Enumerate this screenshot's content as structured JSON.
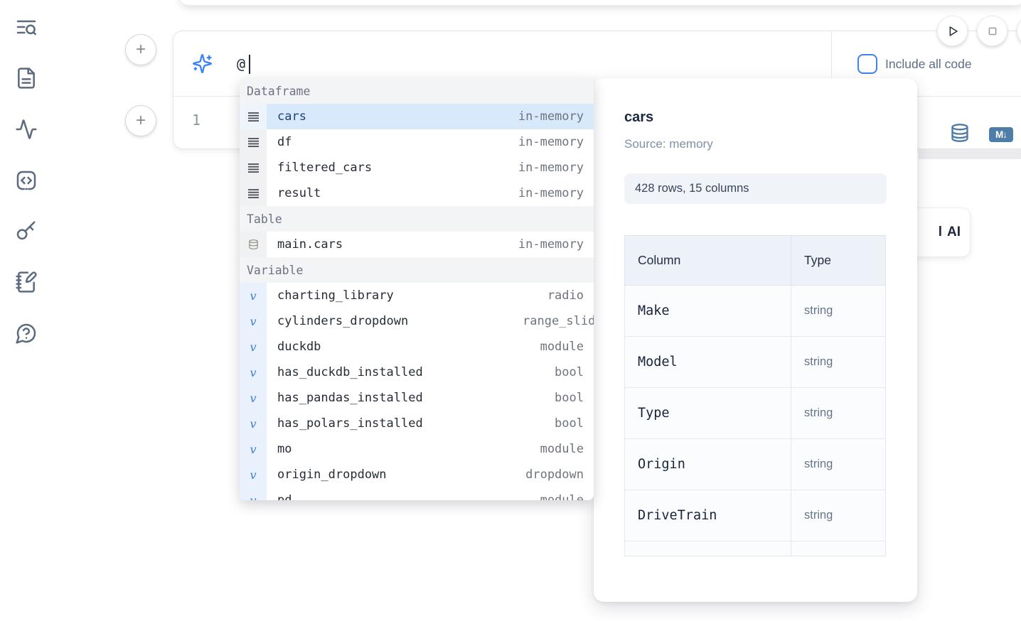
{
  "sidebar": {
    "icons": [
      {
        "name": "list-search-icon"
      },
      {
        "name": "file-document-icon"
      },
      {
        "name": "activity-icon"
      },
      {
        "name": "code-snippet-icon"
      },
      {
        "name": "key-icon"
      },
      {
        "name": "notebook-pen-icon"
      },
      {
        "name": "help-chat-icon"
      }
    ]
  },
  "add_buttons": {
    "top": "+",
    "bottom": "+"
  },
  "ai_prompt": {
    "value": "@"
  },
  "toolbar": {
    "include_all_code_label": "Include all code"
  },
  "code_cell": {
    "line_number": "1"
  },
  "cell_toolbar": {
    "markdown_badge": "M↓"
  },
  "ai_card": {
    "fragment": "l",
    "label": "AI"
  },
  "autocomplete": {
    "sections": [
      {
        "label": "Dataframe",
        "items": [
          {
            "icon": "dataframe",
            "name": "cars",
            "type": "in-memory",
            "selected": true
          },
          {
            "icon": "dataframe",
            "name": "df",
            "type": "in-memory"
          },
          {
            "icon": "dataframe",
            "name": "filtered_cars",
            "type": "in-memory"
          },
          {
            "icon": "dataframe",
            "name": "result",
            "type": "in-memory"
          }
        ]
      },
      {
        "label": "Table",
        "items": [
          {
            "icon": "table",
            "name": "main.cars",
            "type": "in-memory"
          }
        ]
      },
      {
        "label": "Variable",
        "items": [
          {
            "icon": "variable",
            "name": "charting_library",
            "type": "radio"
          },
          {
            "icon": "variable",
            "name": "cylinders_dropdown",
            "type": "range_slider",
            "type_clipped": true
          },
          {
            "icon": "variable",
            "name": "duckdb",
            "type": "module"
          },
          {
            "icon": "variable",
            "name": "has_duckdb_installed",
            "type": "bool"
          },
          {
            "icon": "variable",
            "name": "has_pandas_installed",
            "type": "bool"
          },
          {
            "icon": "variable",
            "name": "has_polars_installed",
            "type": "bool"
          },
          {
            "icon": "variable",
            "name": "mo",
            "type": "module"
          },
          {
            "icon": "variable",
            "name": "origin_dropdown",
            "type": "dropdown"
          },
          {
            "icon": "variable",
            "name": "pd",
            "type": "module"
          }
        ]
      }
    ]
  },
  "preview": {
    "title": "cars",
    "source": "Source: memory",
    "stats": "428 rows, 15 columns",
    "table": {
      "headers": [
        "Column",
        "Type"
      ],
      "rows": [
        [
          "Make",
          "string"
        ],
        [
          "Model",
          "string"
        ],
        [
          "Type",
          "string"
        ],
        [
          "Origin",
          "string"
        ],
        [
          "DriveTrain",
          "string"
        ]
      ]
    }
  }
}
